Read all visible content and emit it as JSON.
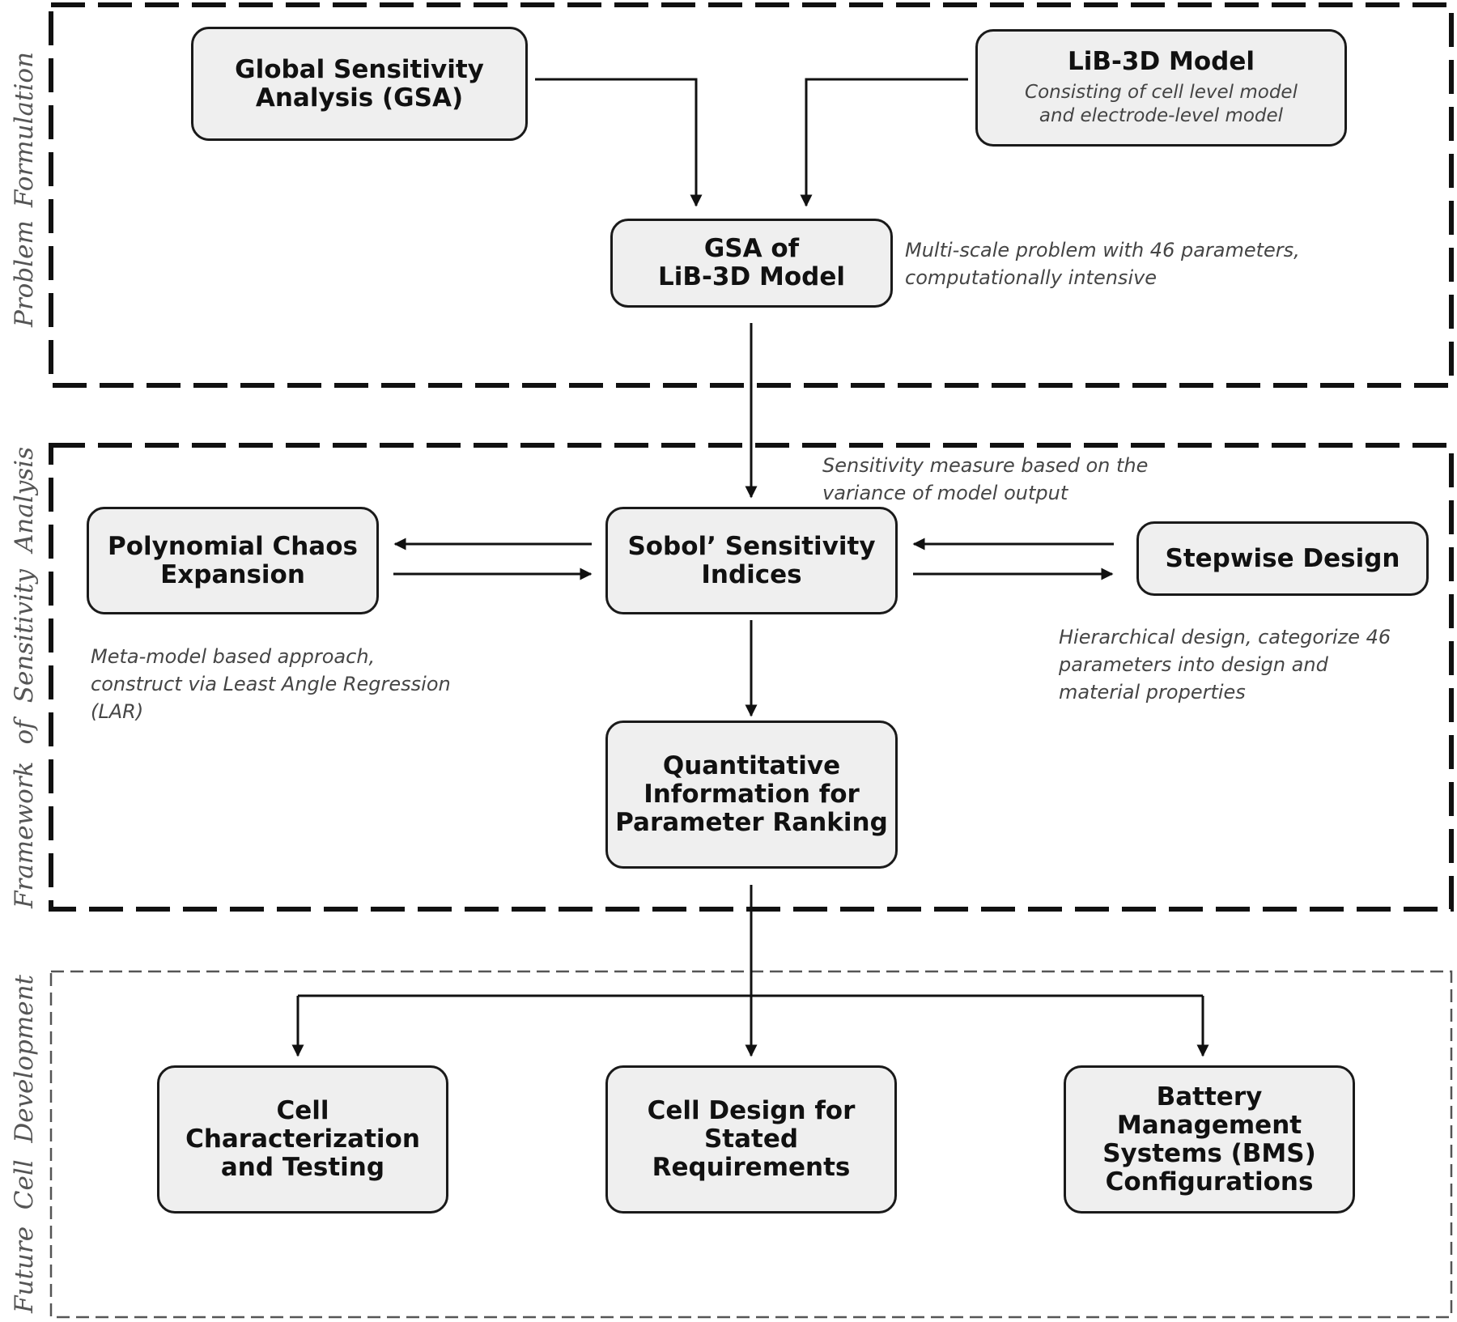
{
  "sections": {
    "problem_formulation": {
      "label_words": [
        "Problem",
        "Formulation"
      ]
    },
    "framework": {
      "label_words": [
        "Framework",
        "of",
        "Sensitivity",
        "Analysis"
      ]
    },
    "future": {
      "label_words": [
        "Future",
        "Cell",
        "Development"
      ]
    }
  },
  "boxes": {
    "gsa": {
      "title": "Global Sensitivity\nAnalysis (GSA)"
    },
    "lib3d": {
      "title": "LiB-3D Model",
      "subtitle": "Consisting of cell level model\nand electrode-level model"
    },
    "gsa_lib3d": {
      "title": "GSA of\nLiB-3D Model"
    },
    "pce": {
      "title": "Polynomial Chaos\nExpansion"
    },
    "sobol": {
      "title": "Sobol’ Sensitivity\nIndices"
    },
    "stepwise": {
      "title": "Stepwise Design"
    },
    "quant": {
      "title": "Quantitative\nInformation for\nParameter Ranking"
    },
    "cell_char": {
      "title": "Cell\nCharacterization\nand Testing"
    },
    "cell_design": {
      "title": "Cell Design for\nStated\nRequirements"
    },
    "bms": {
      "title": "Battery\nManagement\nSystems (BMS)\nConfigurations"
    }
  },
  "notes": {
    "multiscale": "Multi-scale problem with 46 parameters,\ncomputationally intensive",
    "sensitivity_measure": "Sensitivity measure based on the\nvariance of model output",
    "meta_model": "Meta-model based approach,\nconstruct via Least Angle Regression\n(LAR)",
    "hierarchical": "Hierarchical design, categorize 46\nparameters into design and\nmaterial properties"
  }
}
